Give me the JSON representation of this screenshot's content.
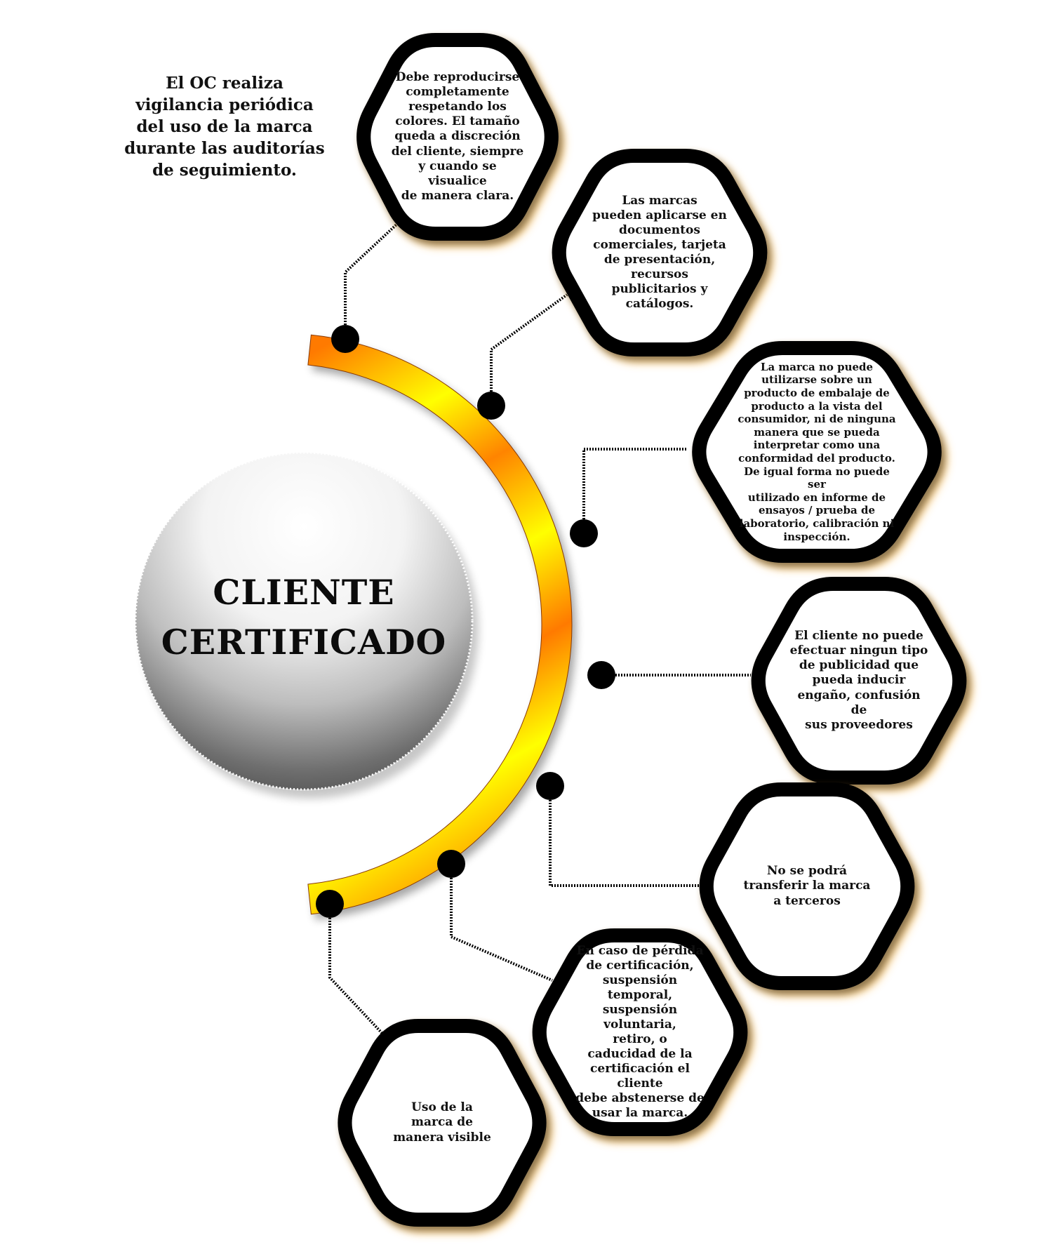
{
  "intro": "El OC realiza\nvigilancia periódica\ndel uso de la marca\ndurante las auditorías\nde seguimiento.",
  "center": "CLIENTE\nCERTIFICADO",
  "nodes": [
    {
      "text": "Debe reproducirse\ncompletamente\nrespetando los\ncolores. El tamaño\nqueda a discreción\ndel cliente, siempre\ny cuando se visualice\nde manera clara."
    },
    {
      "text": "Las marcas\npueden aplicarse en\ndocumentos\ncomerciales, tarjeta\nde presentación,\nrecursos\npublicitarios y\ncatálogos."
    },
    {
      "text": "La marca no puede\nutilizarse sobre un\nproducto de embalaje de\nproducto a la vista del\nconsumidor, ni de ninguna\nmanera que se pueda\ninterpretar como una\nconformidad del producto.\nDe igual forma no puede ser\nutilizado en informe de\nensayos / prueba de\nlaboratorio, calibración ni\ninspección."
    },
    {
      "text": "El cliente no puede\nefectuar ningun tipo\nde publicidad que\npueda inducir\nengaño, confusión de\nsus proveedores"
    },
    {
      "text": "No se podrá\ntransferir la marca\na terceros"
    },
    {
      "text": "En caso de pérdida\nde certificación,\nsuspensión temporal,\nsuspensión voluntaria,\nretiro, o\ncaducidad de la\ncertificación el cliente\ndebe abstenerse de\nusar la marca."
    },
    {
      "text": "Uso de la\nmarca de\nmanera visible"
    }
  ],
  "colors": {
    "hex_border": "#000000",
    "hex_glow": "#ffb53a",
    "arc_orange": "#ff7a00",
    "arc_yellow": "#ffff00",
    "connector": "#000000"
  }
}
